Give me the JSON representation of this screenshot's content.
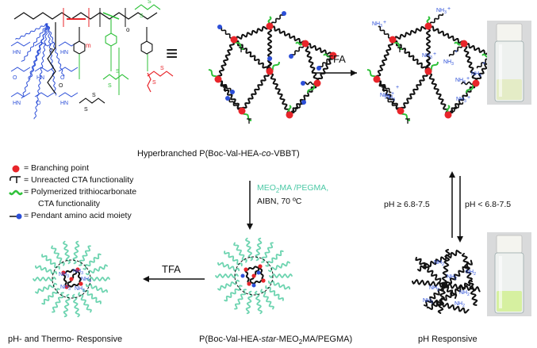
{
  "captions": {
    "hyperbranched_prefix": "Hyperbranched  P(Boc-Val-HEA-",
    "hyperbranched_italic": "co",
    "hyperbranched_suffix": "-VBBT)",
    "star_prefix": "P(Boc-Val-HEA-",
    "star_italic": "star",
    "star_mid": "-MEO",
    "star_sub": "2",
    "star_suffix": "MA/PEGMA)",
    "ph_thermo": "pH- and Thermo- Responsive",
    "ph_responsive": "pH Responsive"
  },
  "arrows": {
    "tfa_top": "TFA",
    "tfa_bottom": "TFA",
    "ph_up": "pH ≥ 6.8-7.5",
    "ph_down": "pH < 6.8-7.5"
  },
  "conditions": {
    "monomers_prefix": "MEO",
    "monomers_sub": "2",
    "monomers_suffix": "MA /PEGMA,",
    "catalyst": "AIBN, 70 ºC"
  },
  "legend": [
    {
      "symbol": "red-dot-icon",
      "text": "= Branching point"
    },
    {
      "symbol": "unreacted-cta-icon",
      "text": "= Unreacted CTA functionality"
    },
    {
      "symbol": "green-wave-icon",
      "text": "= Polymerized trithiocarbonate"
    },
    {
      "symbol": "",
      "text": "CTA functionality"
    },
    {
      "symbol": "blue-dot-icon",
      "text": "= Pendant amino acid moiety"
    }
  ],
  "structure": {
    "equiv_symbol": "≡",
    "m_label": "m",
    "o_label": "o",
    "nh3_label": "NH",
    "nh3_sub": "3",
    "nh2_label": "NH",
    "nh2_sub": "2"
  },
  "colors": {
    "red": "#e8252a",
    "green": "#2fc13a",
    "blue": "#2c4fd8",
    "teal": "#6dd4b0",
    "black": "#111111",
    "monomer_text": "#4cc9a6"
  }
}
